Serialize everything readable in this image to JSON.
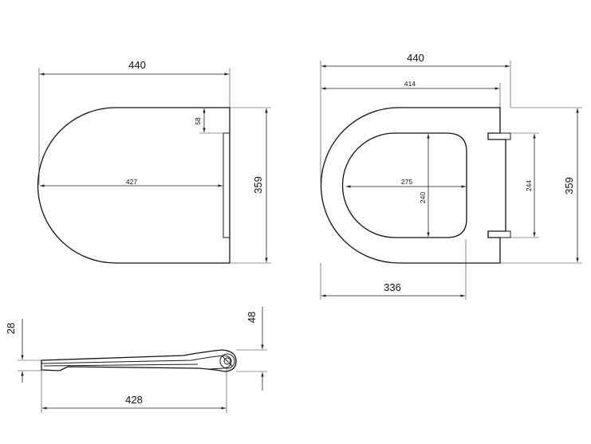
{
  "dimensions": {
    "top_view": {
      "overall_width": "440",
      "inner_width": "427",
      "hinge_offset": "58",
      "depth": "359"
    },
    "bottom_view": {
      "overall_width": "440",
      "hinge_width": "414",
      "opening_width": "275",
      "opening_depth": "240",
      "hinge_spacing": "244",
      "depth": "359",
      "front_width": "336"
    },
    "side_view": {
      "length": "428",
      "seat_height": "28",
      "hinge_height": "48"
    }
  }
}
